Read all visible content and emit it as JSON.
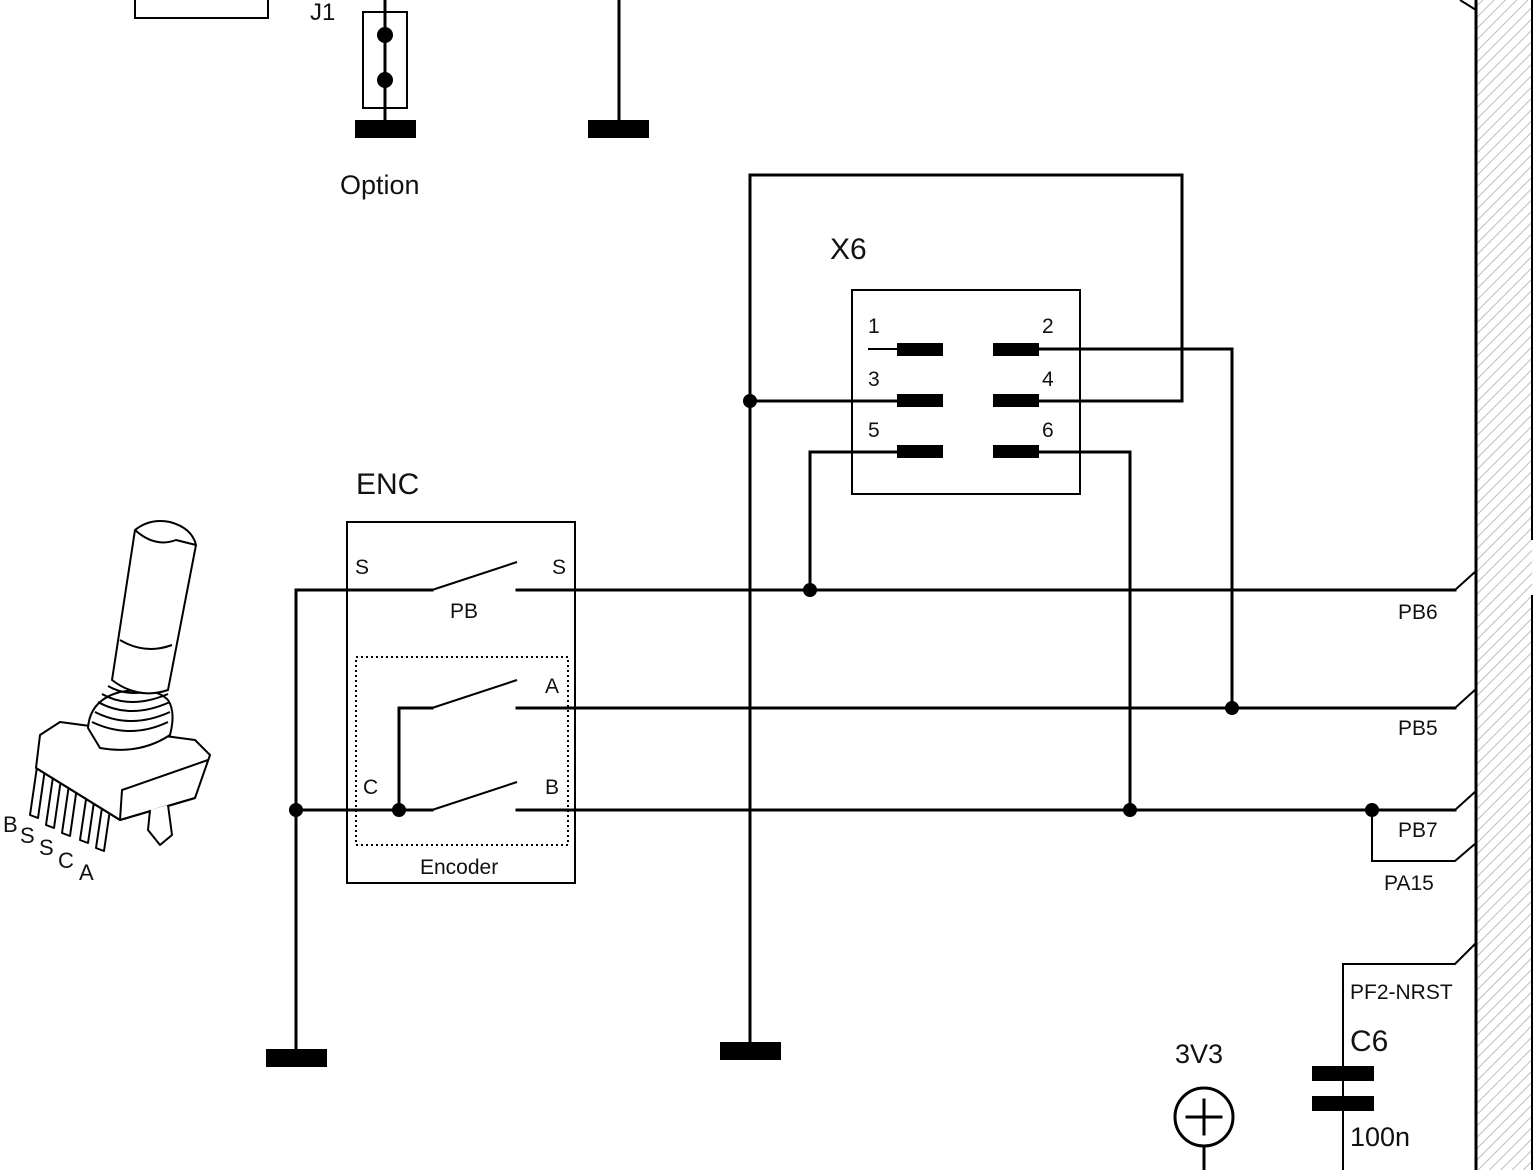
{
  "labels": {
    "j1": "J1",
    "option": "Option",
    "x6": "X6",
    "enc": "ENC",
    "encoder": "Encoder",
    "pb": "PB",
    "sw_s_left": "S",
    "sw_s_right": "S",
    "sw_a": "A",
    "sw_b": "B",
    "sw_c": "C",
    "pin1": "1",
    "pin2": "2",
    "pin3": "3",
    "pin4": "4",
    "pin5": "5",
    "pin6": "6",
    "pb6": "PB6",
    "pb5": "PB5",
    "pb7": "PB7",
    "pa15": "PA15",
    "pf2": "PF2-NRST",
    "c6": "C6",
    "c6_value": "100n",
    "v3v3": "3V3",
    "enc_pins": [
      "B",
      "S",
      "S",
      "C",
      "A"
    ]
  }
}
